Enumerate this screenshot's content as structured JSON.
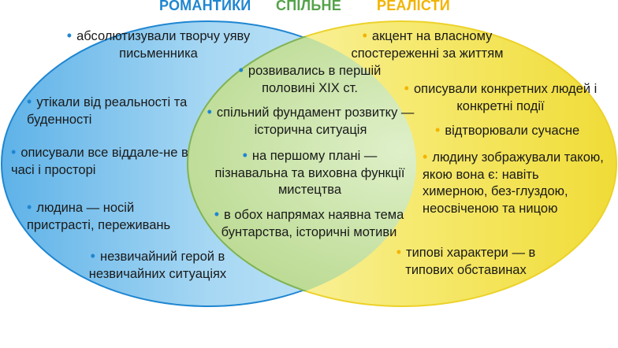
{
  "colors": {
    "romantics": "#1f86d1",
    "common": "#55a24a",
    "realists": "#f2b400",
    "blue_fill": "#8ecbf0",
    "yellow_fill": "#f6e86a",
    "overlap_fill": "#cfe1a1"
  },
  "headers": {
    "romantics": "РОМАНТИКИ",
    "common": "СПІЛЬНЕ",
    "realists": "РЕАЛІСТИ"
  },
  "romantics": {
    "items": [
      "абсолютизували творчу уяву письменника",
      "утікали від реальності та буденності",
      "описували все віддале-не в часі і просторі",
      "людина — носій пристрасті, переживань",
      "незвичайний герой в незвичайних ситуаціях"
    ]
  },
  "common": {
    "items": [
      "розвивались в першій половині XIX ст.",
      "спільний фундамент розвитку — історична ситуація",
      "на першому плані — пізнавальна та виховна функції мистецтва",
      "в обох напрямах наявна тема бунтарства, історичні мотиви"
    ]
  },
  "realists": {
    "items": [
      "акцент на власному спостереженні за життям",
      "описували конкретних людей і конкретні події",
      "відтворювали сучасне",
      "людину зображували такою, якою вона є: навіть химерною, без-глуздою, неосвіченою та ницою",
      "типові характери — в типових обставинах"
    ]
  }
}
